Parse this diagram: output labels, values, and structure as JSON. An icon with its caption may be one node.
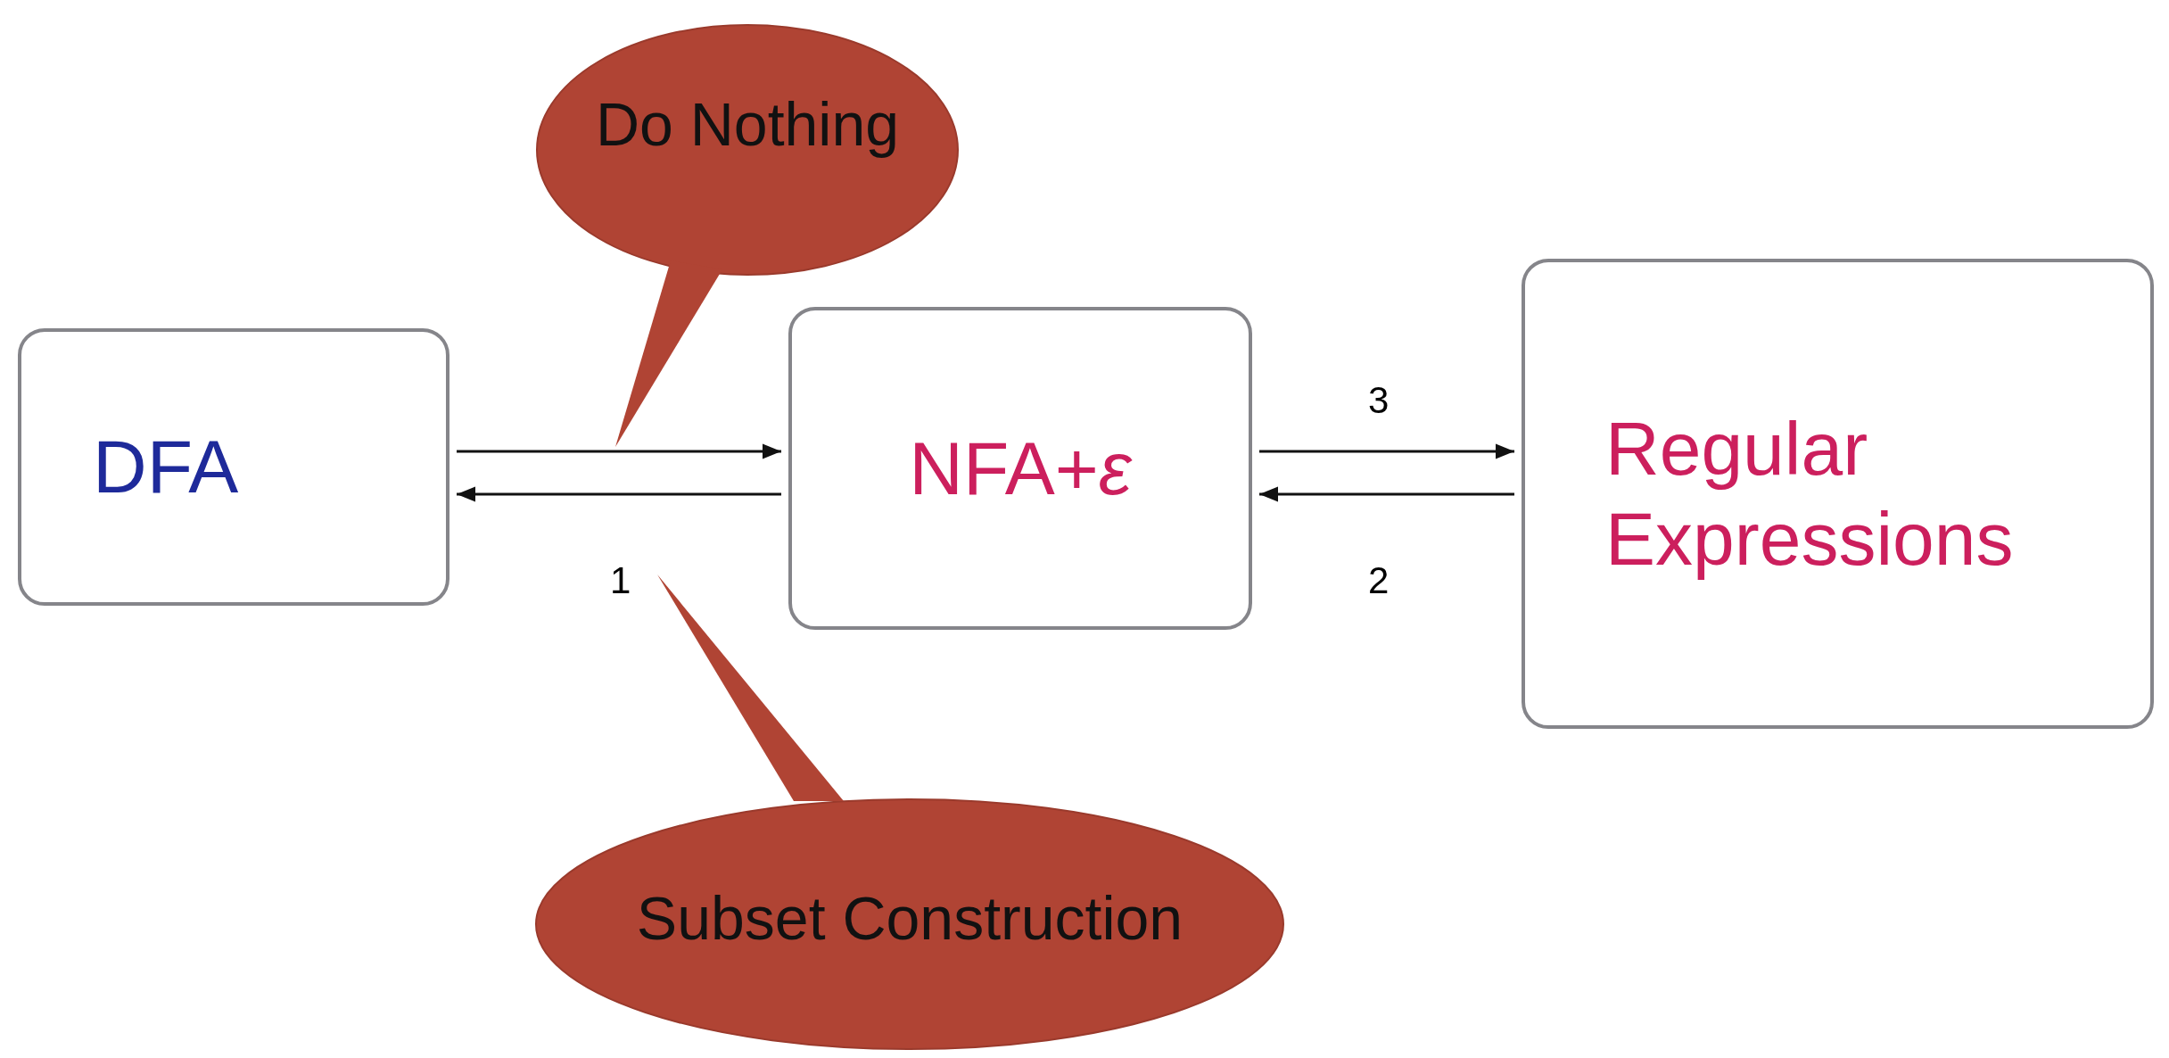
{
  "diagram": {
    "nodes": [
      {
        "text": [
          "Do Nothing"
        ]
      },
      {
        "text": [
          "DFA"
        ]
      },
      {
        "text": [
          "NFA+*ε*"
        ]
      },
      {
        "text": [
          "Regular Expressions"
        ]
      },
      {
        "text": [
          "Subset Construction"
        ]
      }
    ],
    "edges": [
      {
        "from": 1,
        "to": 2,
        "arrow": "to"
      },
      {
        "from": 2,
        "to": 1,
        "arrow": "to",
        "label": "1"
      },
      {
        "from": 2,
        "to": 3,
        "arrow": "to",
        "label": "3"
      },
      {
        "from": 3,
        "to": 2,
        "arrow": "to",
        "label": "2"
      }
    ]
  }
}
